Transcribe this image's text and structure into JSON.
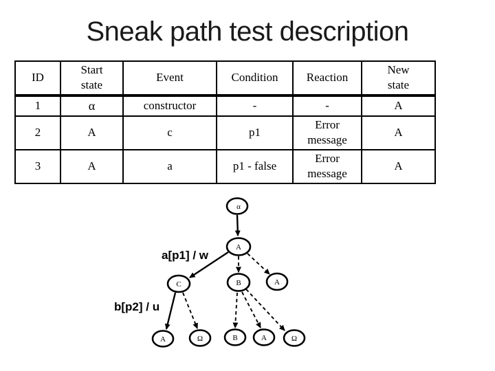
{
  "slide": {
    "title": "Sneak path test description"
  },
  "table": {
    "headers": [
      "ID",
      "Start\nstate",
      "Event",
      "Condition",
      "Reaction",
      "New\nstate"
    ],
    "rows": [
      [
        "1",
        "α",
        "constructor",
        "-",
        "-",
        "A"
      ],
      [
        "2",
        "A",
        "c",
        "p1",
        "Error\nmessage",
        "A"
      ],
      [
        "3",
        "A",
        "a",
        "p1 - false",
        "Error\nmessage",
        "A"
      ]
    ]
  },
  "diagram": {
    "type": "tree",
    "nodes": [
      {
        "id": "root",
        "label": "α"
      },
      {
        "id": "A1",
        "label": "A"
      },
      {
        "id": "C1",
        "label": "C"
      },
      {
        "id": "B1",
        "label": "B"
      },
      {
        "id": "A2",
        "label": "A"
      },
      {
        "id": "A3",
        "label": "A"
      },
      {
        "id": "omega1",
        "label": "Ω"
      },
      {
        "id": "B2",
        "label": "B"
      },
      {
        "id": "A4",
        "label": "A"
      },
      {
        "id": "omega2",
        "label": "Ω"
      }
    ],
    "edges": [
      {
        "from": "root",
        "to": "A1",
        "style": "solid",
        "label": ""
      },
      {
        "from": "A1",
        "to": "C1",
        "style": "solid",
        "label": "a[p1] / w"
      },
      {
        "from": "A1",
        "to": "B1",
        "style": "dashed",
        "label": ""
      },
      {
        "from": "A1",
        "to": "A2",
        "style": "dashed",
        "label": ""
      },
      {
        "from": "C1",
        "to": "A3",
        "style": "solid",
        "label": "b[p2] / u"
      },
      {
        "from": "C1",
        "to": "omega1",
        "style": "dashed",
        "label": ""
      },
      {
        "from": "B1",
        "to": "B2",
        "style": "dashed",
        "label": ""
      },
      {
        "from": "B1",
        "to": "A4",
        "style": "dashed",
        "label": ""
      },
      {
        "from": "B1",
        "to": "omega2",
        "style": "dashed",
        "label": ""
      }
    ]
  },
  "colors": {
    "background": "#ffffff",
    "text": "#000000",
    "lines": "#000000"
  }
}
